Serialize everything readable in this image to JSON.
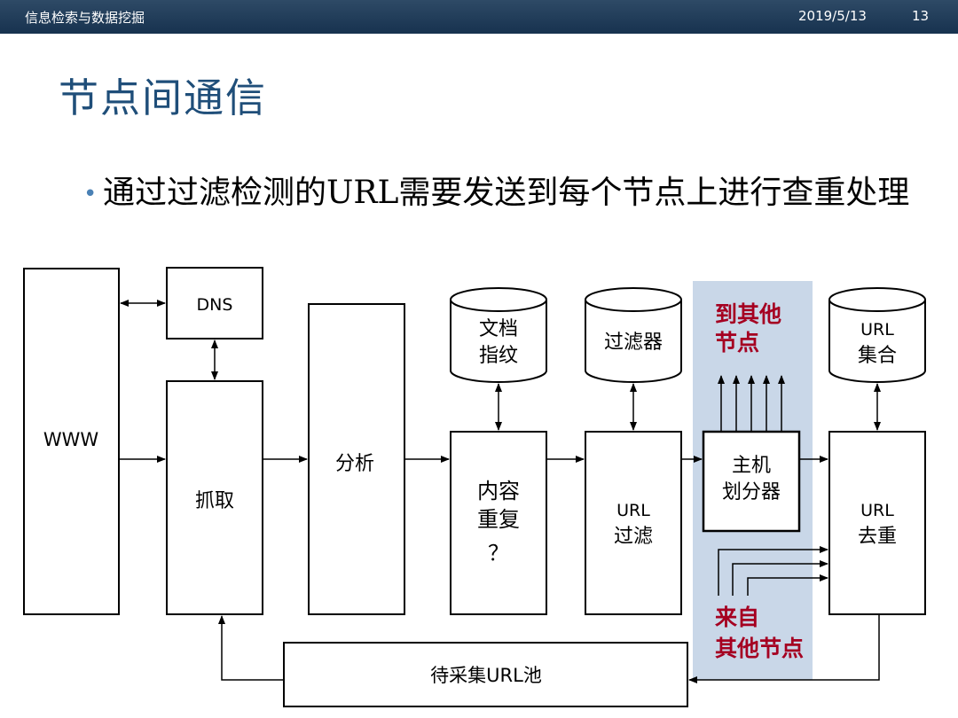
{
  "header": {
    "course": "信息检索与数据挖掘",
    "date": "2019/5/13",
    "page": "13"
  },
  "title": "节点间通信",
  "bullet": "通过过滤检测的URL需要发送到每个节点上进行查重处理",
  "diagram": {
    "www": "WWW",
    "dns": "DNS",
    "fetch": "抓取",
    "parse": "分析",
    "content_dup": [
      "内容",
      "重复",
      "？"
    ],
    "doc_fp": [
      "文档",
      "指纹"
    ],
    "filter_store": "过滤器",
    "url_filter": [
      "URL",
      "过滤"
    ],
    "host_splitter": [
      "主机",
      "划分器"
    ],
    "url_set": [
      "URL",
      "集合"
    ],
    "url_dedup": [
      "URL",
      "去重"
    ],
    "to_other": [
      "到其他",
      "节点"
    ],
    "from_other": [
      "来自",
      "其他节点"
    ],
    "url_pool": "待采集URL池",
    "colors": {
      "accent_red": "#a50021",
      "highlight": "#c9d7e8",
      "title_blue": "#1f4e79"
    }
  }
}
